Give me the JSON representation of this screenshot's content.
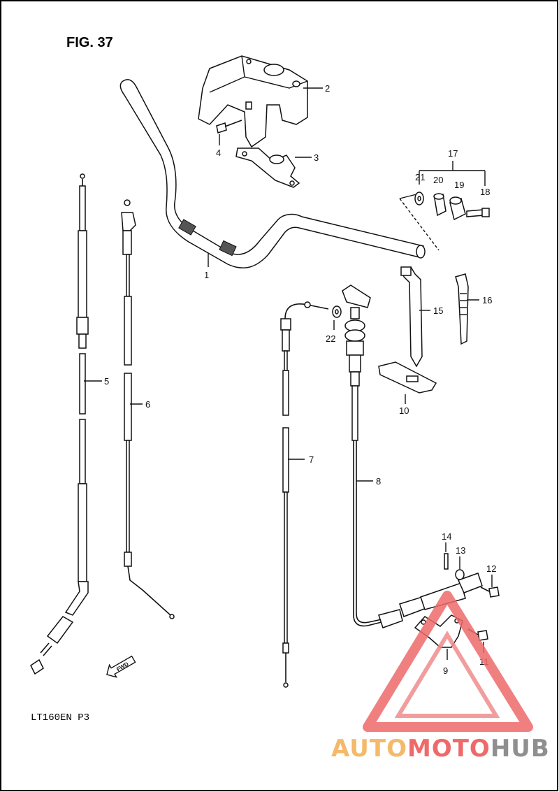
{
  "figure_title": "FIG. 37",
  "model_code": "LT160EN  P3",
  "fwd_label": "FWD",
  "parts": {
    "p1": "1",
    "p2": "2",
    "p3": "3",
    "p4": "4",
    "p5": "5",
    "p6": "6",
    "p7": "7",
    "p8": "8",
    "p9": "9",
    "p10": "10",
    "p11": "11",
    "p12": "12",
    "p13": "13",
    "p14": "14",
    "p15": "15",
    "p16": "16",
    "p17": "17",
    "p18": "18",
    "p19": "19",
    "p20": "20",
    "p21": "21",
    "p22": "22"
  },
  "watermark": {
    "part1": "AUTO",
    "part2": "MOTO",
    "part3": "HUB",
    "color1": "#f5b96a",
    "color2": "#ee6a6a",
    "color3": "#8f8f8f"
  }
}
